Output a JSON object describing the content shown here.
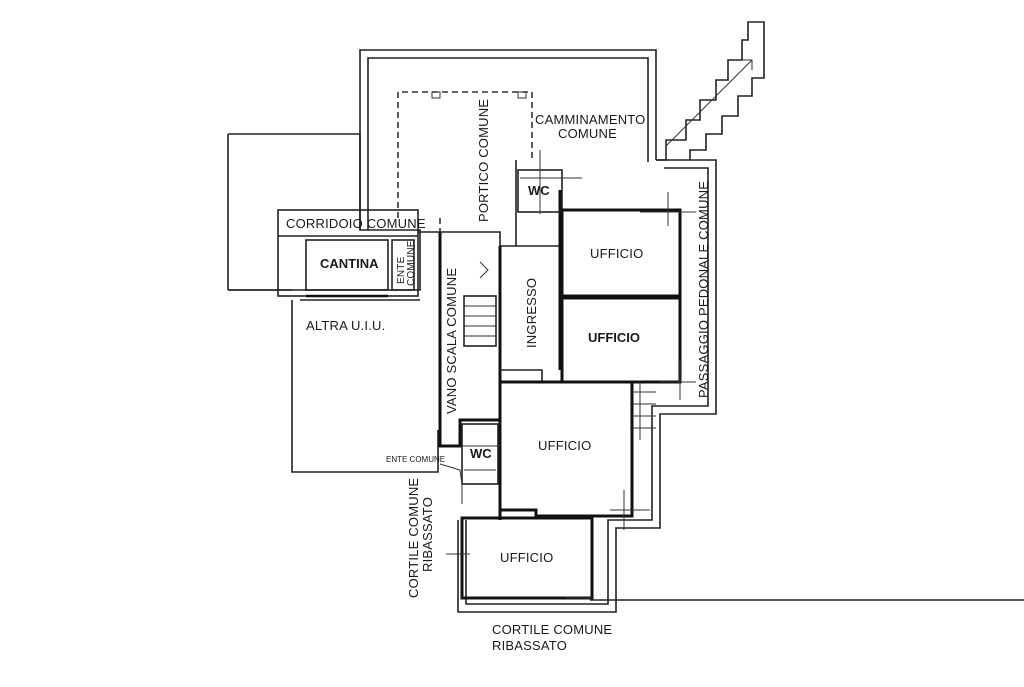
{
  "plan": {
    "labels": {
      "camminamento_1": "CAMMINAMENTO",
      "camminamento_2": "COMUNE",
      "portico": "PORTICO COMUNE",
      "wc_top": "WC",
      "corridoio": "CORRIDOIO COMUNE",
      "cantina": "CANTINA",
      "ente_comune_v1": "ENTE",
      "ente_comune_v2": "COMUNE",
      "ufficio_1": "UFFICIO",
      "ufficio_2": "UFFICIO",
      "ufficio_3": "UFFICIO",
      "ufficio_4": "UFFICIO",
      "ingresso": "INGRESSO",
      "altra_uiu": "ALTRA U.I.U.",
      "vano_scala": "VANO SCALA COMUNE",
      "passaggio": "PASSAGGIO PEDONALE COMUNE",
      "wc_bottom": "WC",
      "ente_comune_small": "ENTE COMUNE",
      "cortile_left_1": "CORTILE COMUNE",
      "cortile_left_2": "RIBASSATO",
      "cortile_bottom_1": "CORTILE COMUNE",
      "cortile_bottom_2": "RIBASSATO"
    }
  }
}
